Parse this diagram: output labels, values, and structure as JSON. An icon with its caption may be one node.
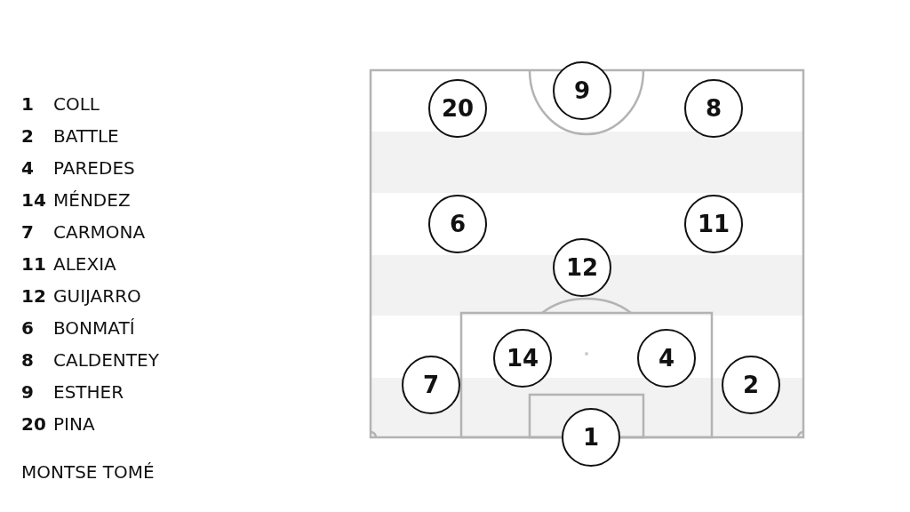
{
  "diagram": {
    "nodes": [
      {
        "text": [
          "9"
        ]
      },
      {
        "text": [
          "20"
        ]
      },
      {
        "text": [
          "8"
        ]
      },
      {
        "text": [
          "6"
        ]
      },
      {
        "text": [
          "11"
        ]
      },
      {
        "text": [
          "12"
        ]
      },
      {
        "text": [
          "14"
        ]
      },
      {
        "text": [
          "4"
        ]
      },
      {
        "text": [
          "7"
        ]
      },
      {
        "text": [
          "2"
        ]
      },
      {
        "text": [
          "1"
        ]
      }
    ],
    "labels": [
      "1",
      "COLL",
      "2",
      "BATTLE",
      "4",
      "PAREDES",
      "14",
      "MÉNDEZ",
      "7",
      "CARMONA",
      "11",
      "ALEXIA",
      "12",
      "GUIJARRO",
      "6",
      "BONMATÍ",
      "8",
      "CALDENTEY",
      "9",
      "ESTHER",
      "20",
      "PINA",
      "MONTSE TOMÉ"
    ]
  }
}
